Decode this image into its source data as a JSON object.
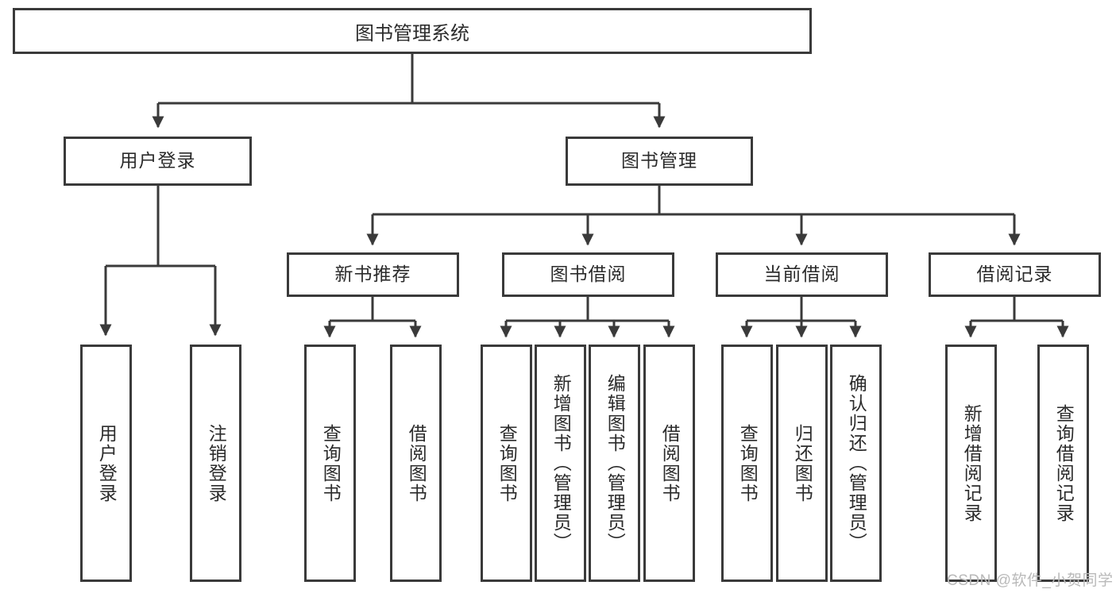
{
  "diagram": {
    "title": "图书管理系统",
    "type": "tree-hierarchy-diagram",
    "root": {
      "label": "图书管理系统"
    },
    "level2": [
      {
        "label": "用户登录"
      },
      {
        "label": "图书管理"
      }
    ],
    "level3": [
      {
        "label": "新书推荐"
      },
      {
        "label": "图书借阅"
      },
      {
        "label": "当前借阅"
      },
      {
        "label": "借阅记录"
      }
    ],
    "leaves": {
      "user_login": [
        {
          "label": "用户登录"
        },
        {
          "label": "注销登录"
        }
      ],
      "new_book_recommend": [
        {
          "label": "查询图书"
        },
        {
          "label": "借阅图书"
        }
      ],
      "book_borrow": [
        {
          "label": "查询图书"
        },
        {
          "label": "新增图书（管理员）"
        },
        {
          "label": "编辑图书（管理员）"
        },
        {
          "label": "借阅图书"
        }
      ],
      "current_borrow": [
        {
          "label": "查询图书"
        },
        {
          "label": "归还图书"
        },
        {
          "label": "确认归还（管理员）"
        }
      ],
      "borrow_record": [
        {
          "label": "新增借阅记录"
        },
        {
          "label": "查询借阅记录"
        }
      ]
    },
    "colors": {
      "border": "#3a3a3a",
      "text": "#2b2b2b",
      "background": "#ffffff",
      "watermark": "#b9b9b9"
    }
  },
  "watermark": {
    "text": "CSDN @软件_小贺同学"
  }
}
